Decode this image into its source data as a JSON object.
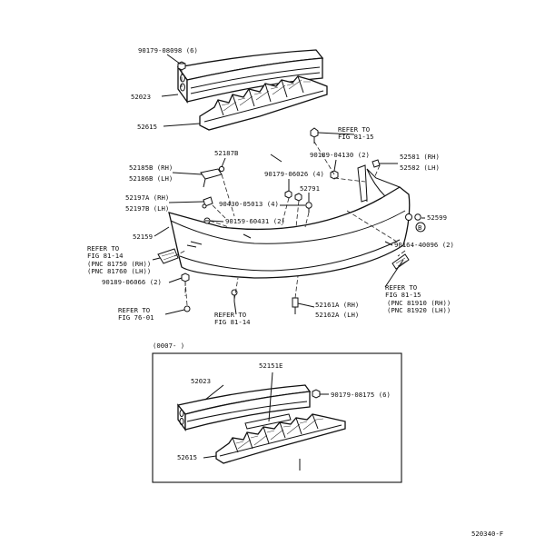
{
  "labels": {
    "p90179_08098": "90179-08098 (6)",
    "p52023": "52023",
    "p52615": "52615",
    "refer_81_15_top": "REFER TO",
    "refer_81_15_top_fig": "FIG 81-15",
    "p90189_04130": "90189-04130 (2)",
    "p52187b": "52187B",
    "p52185b": "52185B (RH)",
    "p52186b": "52186B (LH)",
    "p90179_06026": "90179-06026 (4)",
    "p52581": "52581 (RH)",
    "p52582": "52582 (LH)",
    "p52791": "52791",
    "p52197a": "52197A (RH)",
    "p52197b": "52197B (LH)",
    "p90430_05013": "90430-05013 (4)",
    "p52599": "52599",
    "p90159_60431": "90159-60431 (2)",
    "p52159": "52159",
    "p90164_40096": "90164-40096 (2)",
    "refer_81_14_left": "REFER TO",
    "refer_81_14_left_fig": "FIG 81-14",
    "pnc_81750": "(PNC 81750 (RH))",
    "pnc_81760": "(PNC 81760 (LH))",
    "p90189_06066": "90189-06066 (2)",
    "refer_81_15_right": "REFER TO",
    "refer_81_15_right_fig": "FIG 81-15",
    "pnc_81910": "(PNC 81910 (RH))",
    "pnc_81920": "(PNC 81920 (LH))",
    "p52161a": "52161A (RH)",
    "p52162a": "52162A (LH)",
    "refer_76_01": "REFER TO",
    "refer_76_01_fig": "FIG 76-01",
    "refer_81_14_bottom": "REFER TO",
    "refer_81_14_bottom_fig": "FIG 81-14",
    "inset_range": "(0007-    )",
    "inset_52023": "52023",
    "inset_52151e": "52151E",
    "inset_90179_08175": "90179-08175 (6)",
    "inset_52615": "52615",
    "figure_code": "520340-F"
  },
  "letter_b": "B"
}
